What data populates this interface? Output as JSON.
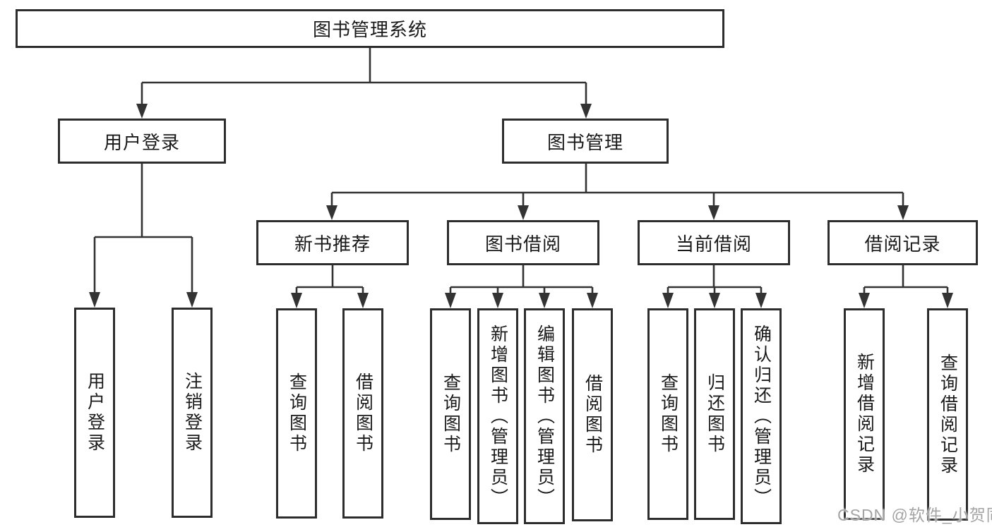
{
  "diagram": {
    "root": {
      "label": "图书管理系统"
    },
    "level2": {
      "user_login": {
        "label": "用户登录"
      },
      "book_management": {
        "label": "图书管理"
      }
    },
    "level3": {
      "new_book_recommend": {
        "label": "新书推荐"
      },
      "book_borrow": {
        "label": "图书借阅"
      },
      "current_borrow": {
        "label": "当前借阅"
      },
      "borrow_records": {
        "label": "借阅记录"
      }
    },
    "leaves": {
      "user_login": {
        "label": "用户登录"
      },
      "logout": {
        "label": "注销登录"
      },
      "nb_query_books": {
        "label": "查询图书"
      },
      "nb_borrow_books": {
        "label": "借阅图书"
      },
      "bb_query_books": {
        "label": "查询图书"
      },
      "bb_add_books": {
        "label": "新增图书（管理员）"
      },
      "bb_edit_books": {
        "label": "编辑图书（管理员）"
      },
      "bb_borrow_books": {
        "label": "借阅图书"
      },
      "cb_query_books": {
        "label": "查询图书"
      },
      "cb_return_books": {
        "label": "归还图书"
      },
      "cb_confirm_return": {
        "label": "确认归还（管理员）"
      },
      "br_add_record": {
        "label": "新增借阅记录"
      },
      "br_query_record": {
        "label": "查询借阅记录"
      }
    },
    "watermark": "CSDN @软件_小贺同学",
    "colors": {
      "line": "#333333",
      "box_border": "#2d2d2d",
      "box_background": "#ffffff",
      "text": "#1a1a1a",
      "watermark_text": "#a4a4a4",
      "page_background": "#ffffff"
    }
  }
}
